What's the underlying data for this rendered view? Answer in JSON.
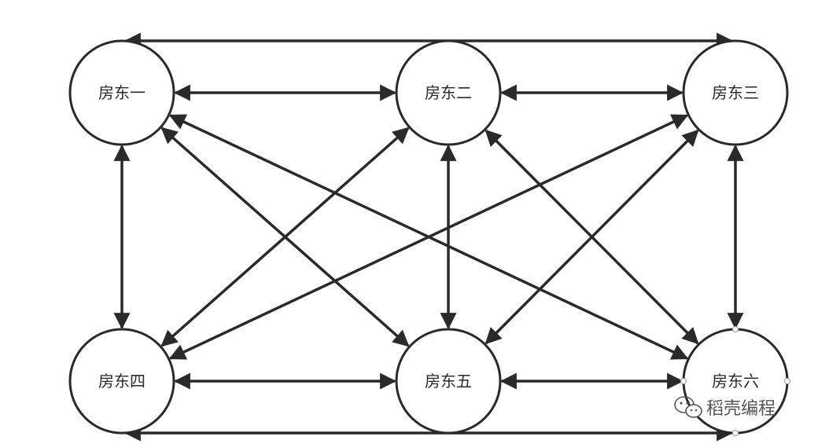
{
  "diagram": {
    "nodes": [
      {
        "id": "n1",
        "label": "房东一"
      },
      {
        "id": "n2",
        "label": "房东二"
      },
      {
        "id": "n3",
        "label": "房东三"
      },
      {
        "id": "n4",
        "label": "房东四"
      },
      {
        "id": "n5",
        "label": "房东五"
      },
      {
        "id": "n6",
        "label": "房东六"
      }
    ],
    "edges": [
      {
        "from": "n1",
        "to": "n2",
        "bidirectional": true
      },
      {
        "from": "n2",
        "to": "n3",
        "bidirectional": true
      },
      {
        "from": "n4",
        "to": "n5",
        "bidirectional": true
      },
      {
        "from": "n5",
        "to": "n6",
        "bidirectional": true
      },
      {
        "from": "n1",
        "to": "n4",
        "bidirectional": true
      },
      {
        "from": "n2",
        "to": "n5",
        "bidirectional": true
      },
      {
        "from": "n3",
        "to": "n6",
        "bidirectional": true
      },
      {
        "from": "n1",
        "to": "n5",
        "bidirectional": true
      },
      {
        "from": "n1",
        "to": "n6",
        "bidirectional": true
      },
      {
        "from": "n2",
        "to": "n4",
        "bidirectional": true
      },
      {
        "from": "n2",
        "to": "n6",
        "bidirectional": true
      },
      {
        "from": "n3",
        "to": "n4",
        "bidirectional": true
      },
      {
        "from": "n3",
        "to": "n5",
        "bidirectional": true
      },
      {
        "from": "n1",
        "to": "n3",
        "bidirectional": true
      },
      {
        "from": "n4",
        "to": "n6",
        "bidirectional": true
      }
    ],
    "selected_node": "n6",
    "stroke_color": "#2a2a2a"
  },
  "watermark": {
    "icon": "wechat-icon",
    "text": "稻壳编程"
  }
}
